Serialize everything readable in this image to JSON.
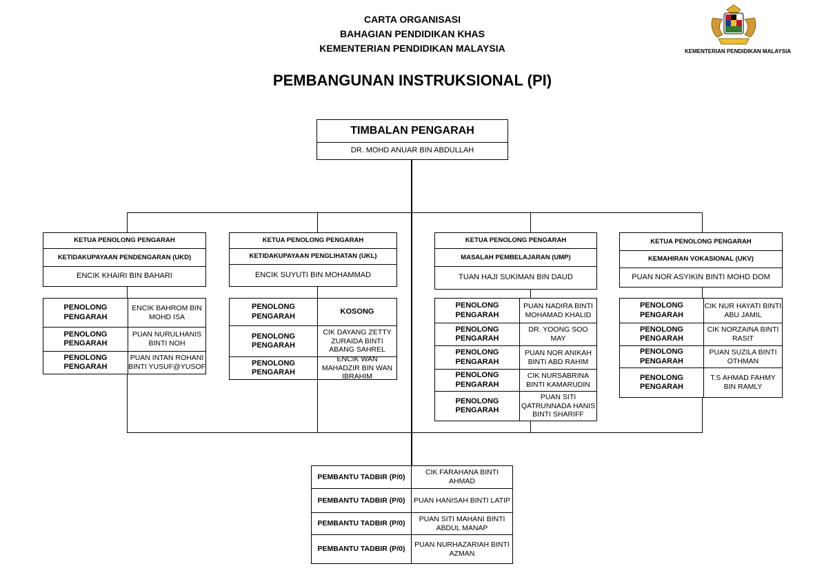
{
  "header": {
    "line1": "CARTA ORGANISASI",
    "line2": "BAHAGIAN PENDIDIKAN KHAS",
    "line3": "KEMENTERIAN PENDIDIKAN MALAYSIA",
    "subtitle": "PEMBANGUNAN INSTRUKSIONAL (PI)"
  },
  "logo": {
    "icon": "malaysia-coat-of-arms",
    "caption": "KEMENTERIAN PENDIDIKAN MALAYSIA"
  },
  "top": {
    "title": "TIMBALAN PENGARAH",
    "name": "DR. MOHD ANUAR BIN ABDULLAH"
  },
  "units": [
    {
      "role": "KETUA PENOLONG PENGARAH",
      "unit": "KETIDAKUPAYAAN PENDENGARAN (UKD)",
      "head": "ENCIK KHAIRI BIN BAHARI",
      "staff": [
        {
          "role": "PENOLONG PENGARAH",
          "name": "ENCIK BAHROM BIN MOHD ISA"
        },
        {
          "role": "PENOLONG PENGARAH",
          "name": "PUAN NURULHANIS BINTI NOH"
        },
        {
          "role": "PENOLONG PENGARAH",
          "name": "PUAN INTAN ROHANI BINTI YUSUF@YUSOF"
        }
      ]
    },
    {
      "role": "KETUA PENOLONG PENGARAH",
      "unit": "KETIDAKUPAYAAN PENGLIHATAN (UKL)",
      "head": "ENCIK SUYUTI BIN MOHAMMAD",
      "staff": [
        {
          "role": "PENOLONG PENGARAH",
          "name": "KOSONG"
        },
        {
          "role": "PENOLONG PENGARAH",
          "name": "CIK DAYANG ZETTY ZURAIDA BINTI ABANG SAHREL"
        },
        {
          "role": "PENOLONG PENGARAH",
          "name": "ENCIK WAN MAHADZIR BIN WAN IBRAHIM"
        }
      ]
    },
    {
      "role": "KETUA PENOLONG PENGARAH",
      "unit": "MASALAH PEMBELAJARAN (UMP)",
      "head": "TUAN HAJI SUKIMAN BIN DAUD",
      "staff": [
        {
          "role": "PENOLONG PENGARAH",
          "name": "PUAN NADIRA BINTI MOHAMAD KHALID"
        },
        {
          "role": "PENOLONG PENGARAH",
          "name": "DR. YOONG SOO MAY"
        },
        {
          "role": "PENOLONG PENGARAH",
          "name": "PUAN NOR ANIKAH BINTI ABD RAHIM"
        },
        {
          "role": "PENOLONG PENGARAH",
          "name": "CIK NURSABRINA BINTI KAMARUDIN"
        },
        {
          "role": "PENOLONG PENGARAH",
          "name": "PUAN SITI QATRUNNADA HANIS BINTI SHARIFF"
        }
      ]
    },
    {
      "role": "KETUA PENOLONG PENGARAH",
      "unit": "KEMAHIRAN VOKASIONAL (UKV)",
      "head": "PUAN NOR ASYIKIN BINTI MOHD DOM",
      "staff": [
        {
          "role": "PENOLONG PENGARAH",
          "name": "CIK NUR HAYATI BINTI ABU JAMIL"
        },
        {
          "role": "PENOLONG PENGARAH",
          "name": "CIK NORZAINA BINTI RASIT"
        },
        {
          "role": "PENOLONG PENGARAH",
          "name": "PUAN SUZILA BINTI OTHMAN"
        },
        {
          "role": "PENOLONG PENGARAH",
          "name": "T.S AHMAD FAHMY BIN RAMLY"
        }
      ]
    }
  ],
  "admin": [
    {
      "role": "PEMBANTU TADBIR (P/0)",
      "name": "CIK FARAHANA BINTI AHMAD"
    },
    {
      "role": "PEMBANTU TADBIR (P/0)",
      "name": "PUAN HANISAH BINTI LATIP"
    },
    {
      "role": "PEMBANTU TADBIR (P/0)",
      "name": "PUAN SITI MAHANI BINTI ABDUL MANAP"
    },
    {
      "role": "PEMBANTU TADBIR (P/0)",
      "name": "PUAN NURHAZARIAH BINTI AZMAN"
    }
  ]
}
